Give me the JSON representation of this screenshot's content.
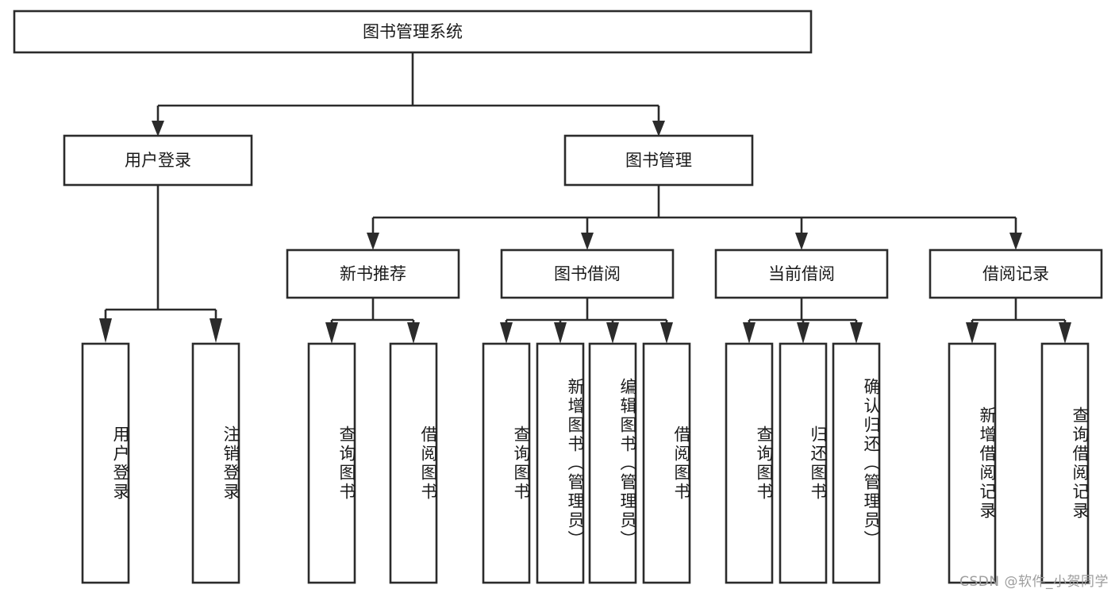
{
  "diagram": {
    "type": "tree-hierarchy",
    "title": "图书管理系统",
    "orientation": "top-down",
    "colors": {
      "box_fill": "#ffffff",
      "box_stroke": "#2b2b2b",
      "text": "#1a1a1a",
      "background": "#ffffff",
      "watermark": "#9d9d9d"
    },
    "root": {
      "label": "图书管理系统"
    },
    "level2": [
      {
        "label": "用户登录"
      },
      {
        "label": "图书管理"
      }
    ],
    "level3": [
      {
        "label": "新书推荐"
      },
      {
        "label": "图书借阅"
      },
      {
        "label": "当前借阅"
      },
      {
        "label": "借阅记录"
      }
    ],
    "leaves": {
      "user_login": [
        {
          "label": "用户登录"
        },
        {
          "label": "注销登录"
        }
      ],
      "new_book_recommend": [
        {
          "label": "查询图书"
        },
        {
          "label": "借阅图书"
        }
      ],
      "book_borrow": [
        {
          "label": "查询图书"
        },
        {
          "label": "新增图书（管理员）"
        },
        {
          "label": "编辑图书（管理员）"
        },
        {
          "label": "借阅图书"
        }
      ],
      "current_borrow": [
        {
          "label": "查询图书"
        },
        {
          "label": "归还图书"
        },
        {
          "label": "确认归还（管理员）"
        }
      ],
      "borrow_record": [
        {
          "label": "新增借阅记录"
        },
        {
          "label": "查询借阅记录"
        }
      ]
    }
  },
  "watermark": {
    "text": "CSDN @软件_小贺同学"
  }
}
